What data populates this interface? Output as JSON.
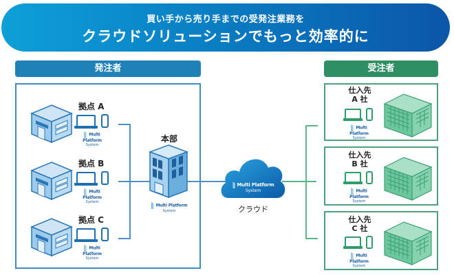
{
  "banner": {
    "line1": "買い手から売り手までの受発注業務を",
    "line2": "クラウドソリューションでもっと効率的に"
  },
  "orderer": {
    "header": "発注者",
    "branches": [
      {
        "label": "拠点 A"
      },
      {
        "label": "拠点 B"
      },
      {
        "label": "拠点 C"
      }
    ],
    "headquarters": {
      "label": "本部"
    }
  },
  "cloud": {
    "label": "クラウド"
  },
  "receiver": {
    "header": "受注者",
    "suppliers": [
      {
        "line1": "仕入先",
        "line2": "A 社"
      },
      {
        "line1": "仕入先",
        "line2": "B 社"
      },
      {
        "line1": "仕入先",
        "line2": "C 社"
      }
    ]
  },
  "product_logo": {
    "line1": "Multi Platform",
    "line2": "System"
  },
  "colors": {
    "banner_start": "#0ea0d8",
    "banner_end": "#0b56a8",
    "orderer_accent": "#2080b8",
    "receiver_accent": "#2e8f62",
    "device_blue": "#1d6fb0",
    "device_green": "#2e9d6b"
  }
}
